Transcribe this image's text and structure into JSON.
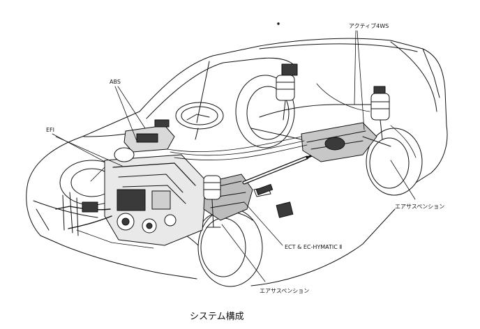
{
  "figure": {
    "caption": "システム構成",
    "labels": {
      "abs": "ABS",
      "efi": "EFI",
      "active_4ws": "アクティブ4WS",
      "air_suspension_rear": "エアサスペンション",
      "ect": "ECT & EC-HYMATIC Ⅱ",
      "air_suspension_front": "エアサスペンション"
    }
  },
  "colors": {
    "ink": "#111111",
    "paper": "#ffffff",
    "shade": "#3a3a3a"
  }
}
